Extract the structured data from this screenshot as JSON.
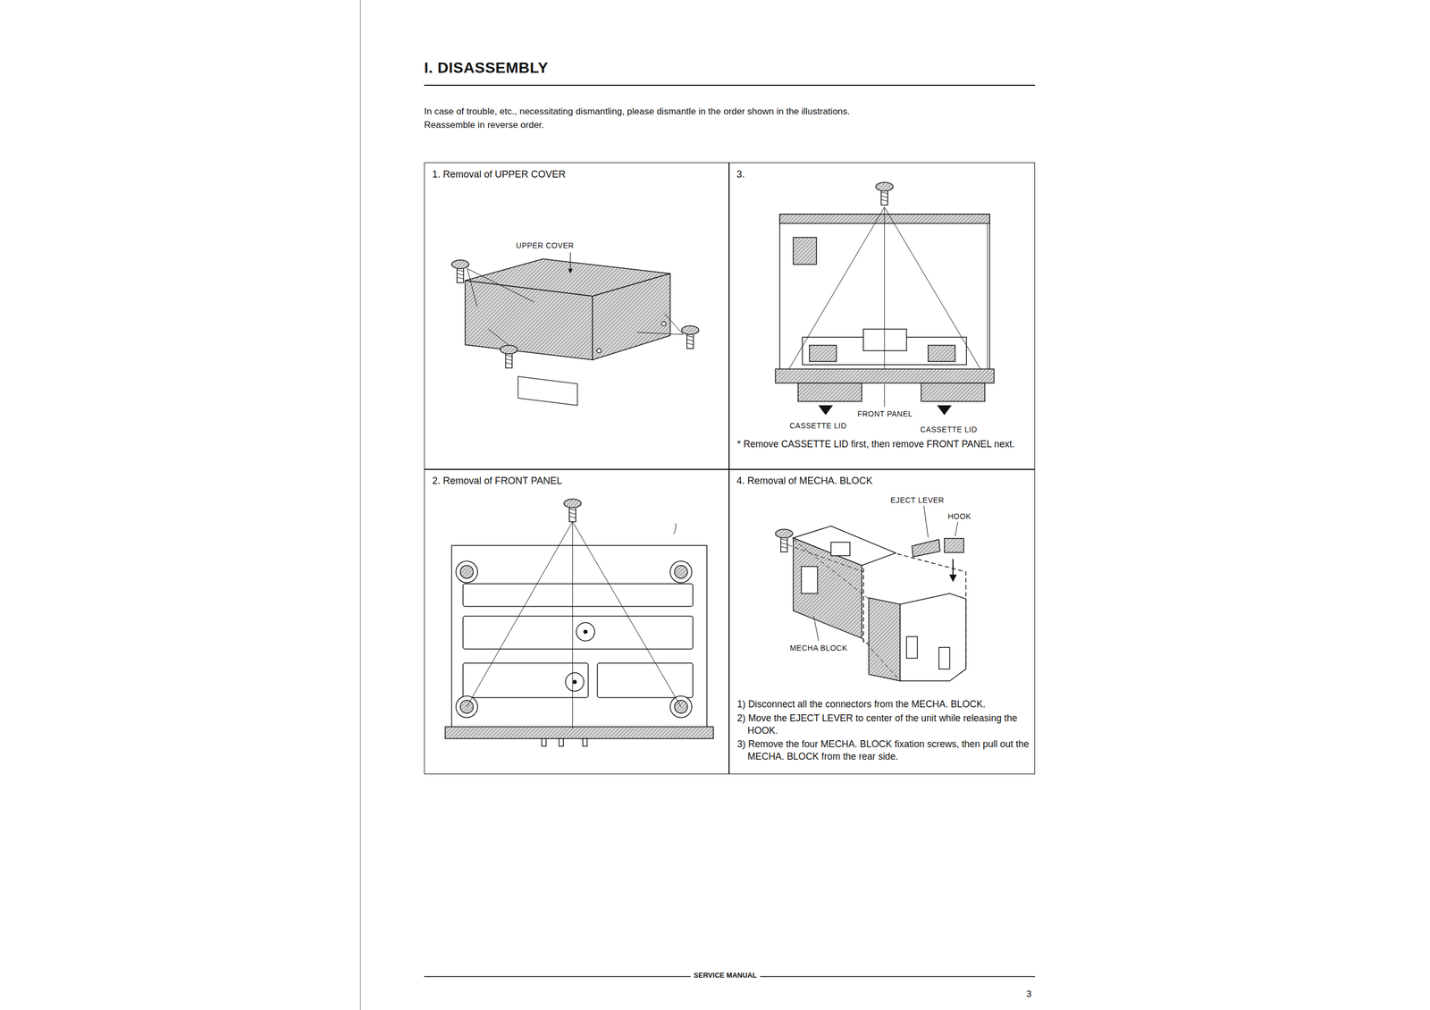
{
  "diagram": {
    "title": "I. DISASSEMBLY",
    "nodes": [
      {
        "text": [
          "1. Removal of UPPER COVER"
        ]
      },
      {
        "text": [
          "3.",
          "* Remove CASSETTE LID first, then remove FRONT PANEL next."
        ]
      },
      {
        "text": [
          "2. Removal of FRONT PANEL"
        ]
      },
      {
        "text": [
          "4. Removal of MECHA. BLOCK",
          "1) Disconnect all the connectors from the MECHA. BLOCK.",
          "2) Move the EJECT LEVER to center of the unit while releasing the HOOK.",
          "3) Remove the four MECHA. BLOCK fixation screws, then pull out the MECHA. BLOCK from the rear side."
        ]
      }
    ],
    "labels": [
      "In case of trouble, etc., necessitating dismantling, please dismantle in the order shown in the illustrations.",
      "Reassemble in reverse order.",
      "UPPER COVER",
      "FRONT PANEL",
      "CASSETTE LID",
      "CASSETTE LID",
      "EJECT LEVER",
      "HOOK",
      "MECHA BLOCK",
      "SERVICE MANUAL",
      "3"
    ]
  }
}
